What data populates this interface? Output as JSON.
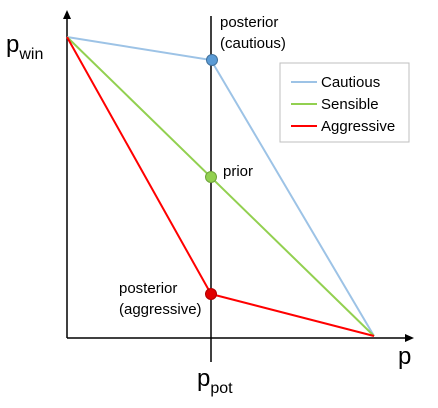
{
  "colors": {
    "cautious": "#9dc3e6",
    "sensible": "#92d050",
    "aggressive": "#ff0000",
    "marker_cautious": "#5b9bd5",
    "marker_sensible": "#92d050",
    "marker_aggressive": "#e00000",
    "axis": "#000000",
    "legend_border": "#bfbfbf"
  },
  "axes": {
    "y_symbol": "p",
    "y_subscript": "win",
    "x_symbol": "p",
    "pot_symbol": "p",
    "pot_subscript": "pot"
  },
  "legend": {
    "items": [
      {
        "key": "cautious",
        "label": "Cautious"
      },
      {
        "key": "sensible",
        "label": "Sensible"
      },
      {
        "key": "aggressive",
        "label": "Aggressive"
      }
    ]
  },
  "annotations": {
    "posterior_cautious_1": "posterior",
    "posterior_cautious_2": "(cautious)",
    "prior": "prior",
    "posterior_aggressive_1": "posterior",
    "posterior_aggressive_2": "(aggressive)"
  },
  "markers": [
    {
      "key": "cautious"
    },
    {
      "key": "sensible"
    },
    {
      "key": "aggressive"
    }
  ]
}
